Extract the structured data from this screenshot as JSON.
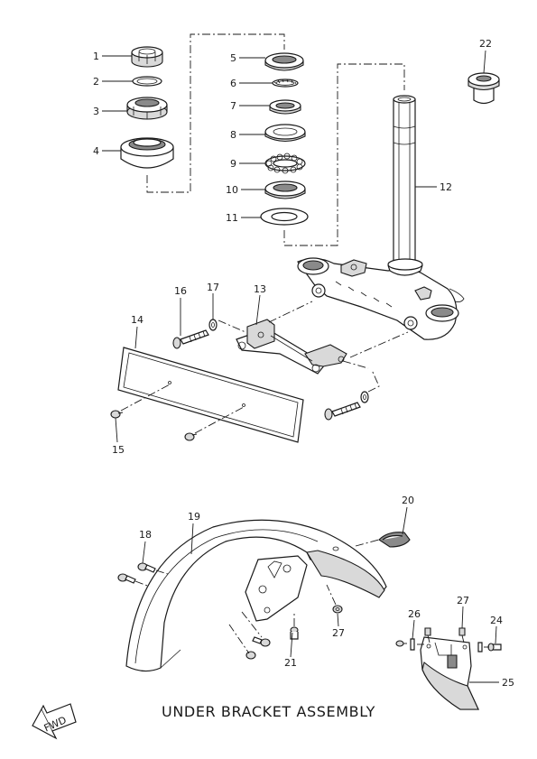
{
  "title": "UNDER BRACKET ASSEMBLY",
  "fwd_label": "FWD",
  "callouts": [
    "1",
    "2",
    "3",
    "4",
    "5",
    "6",
    "7",
    "8",
    "9",
    "10",
    "11",
    "12",
    "13",
    "14",
    "15",
    "16",
    "17",
    "18",
    "19",
    "20",
    "21",
    "22",
    "24",
    "25",
    "26",
    "27",
    "27"
  ]
}
